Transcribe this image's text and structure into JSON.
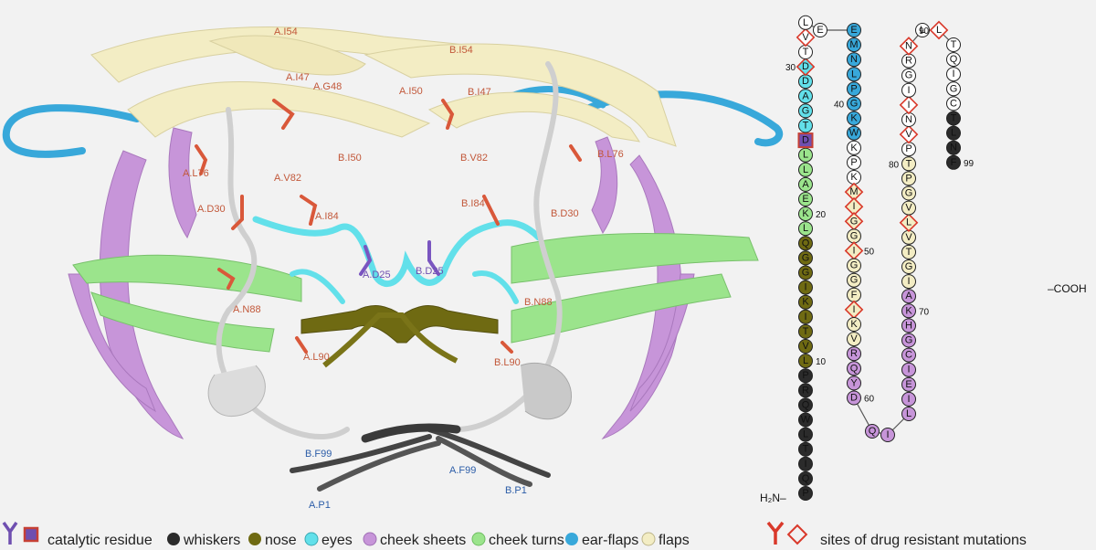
{
  "colors": {
    "whiskers": "#2b2b2b",
    "nose": "#6f6a12",
    "eyes": "#62e0ea",
    "cheek_sheets": "#c795d9",
    "cheek_turns": "#9be48c",
    "ear_flaps": "#38a8da",
    "flaps": "#f3edc4",
    "catalytic": "#6f4fb0",
    "catalytic_box": "#c64035",
    "mutation": "#d9392b",
    "label_red": "#c2583a",
    "label_blue": "#2c5da8",
    "label_purple": "#6f4fb0"
  },
  "structure_labels": {
    "red": [
      "A.I54",
      "B.I54",
      "A.I47",
      "A.G48",
      "A.I50",
      "B.I47",
      "B.I50",
      "A.L76",
      "A.V82",
      "B.V82",
      "B.L76",
      "A.I84",
      "B.I84",
      "A.D30",
      "B.D30",
      "A.N88",
      "B.N88",
      "A.L90",
      "B.L90"
    ],
    "purple": [
      "A.D25",
      "B.D25"
    ],
    "blue": [
      "B.F99",
      "A.F99",
      "A.P1",
      "B.P1"
    ]
  },
  "sequence": {
    "n_term": "H₂N–",
    "c_term": "–COOH",
    "residues": [
      "P",
      "Q",
      "I",
      "T",
      "L",
      "W",
      "Q",
      "R",
      "P",
      "L",
      "V",
      "T",
      "I",
      "K",
      "I",
      "G",
      "G",
      "Q",
      "L",
      "K",
      "E",
      "A",
      "L",
      "L",
      "D",
      "T",
      "G",
      "A",
      "D",
      "D",
      "T",
      "V",
      "L",
      "E",
      "E",
      "M",
      "N",
      "L",
      "P",
      "G",
      "K",
      "W",
      "K",
      "P",
      "K",
      "M",
      "I",
      "G",
      "G",
      "I",
      "G",
      "G",
      "F",
      "I",
      "K",
      "V",
      "R",
      "Q",
      "Y",
      "D",
      "Q",
      "I",
      "L",
      "I",
      "E",
      "I",
      "C",
      "G",
      "H",
      "K",
      "A",
      "I",
      "G",
      "T",
      "V",
      "L",
      "V",
      "G",
      "P",
      "T",
      "P",
      "V",
      "N",
      "I",
      "I",
      "G",
      "R",
      "N",
      "L",
      "L",
      "T",
      "Q",
      "I",
      "G",
      "C",
      "T",
      "L",
      "N",
      "F"
    ],
    "position_labels": [
      "10",
      "20",
      "30",
      "40",
      "50",
      "60",
      "70",
      "80",
      "90",
      "99"
    ]
  },
  "legend": {
    "catalytic": "catalytic residue",
    "whiskers": "whiskers",
    "nose": "nose",
    "eyes": "eyes",
    "cheek_sheets": "cheek sheets",
    "cheek_turns": "cheek turns",
    "ear_flaps": "ear-flaps",
    "flaps": "flaps",
    "mutations": "sites of drug resistant mutations"
  }
}
